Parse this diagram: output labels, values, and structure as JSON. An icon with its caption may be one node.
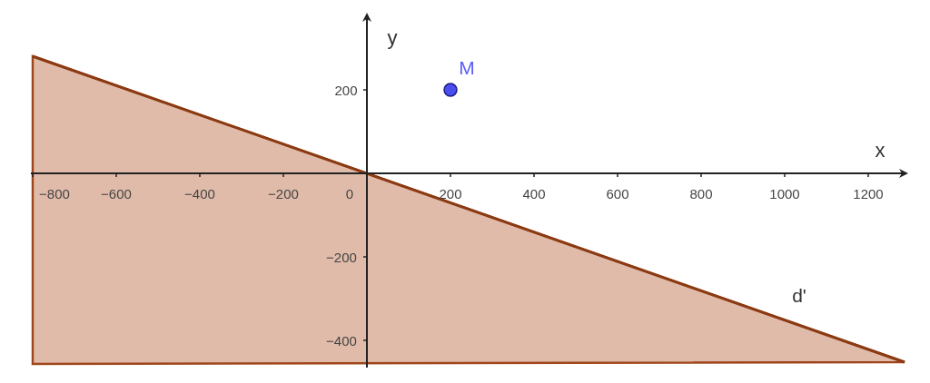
{
  "diagram": {
    "labels": [
      "y",
      "M",
      "200",
      "x",
      "−800",
      "−600",
      "−400",
      "−200",
      "0",
      "200",
      "400",
      "600",
      "800",
      "1000",
      "1200",
      "−200",
      "d'",
      "−400"
    ]
  }
}
